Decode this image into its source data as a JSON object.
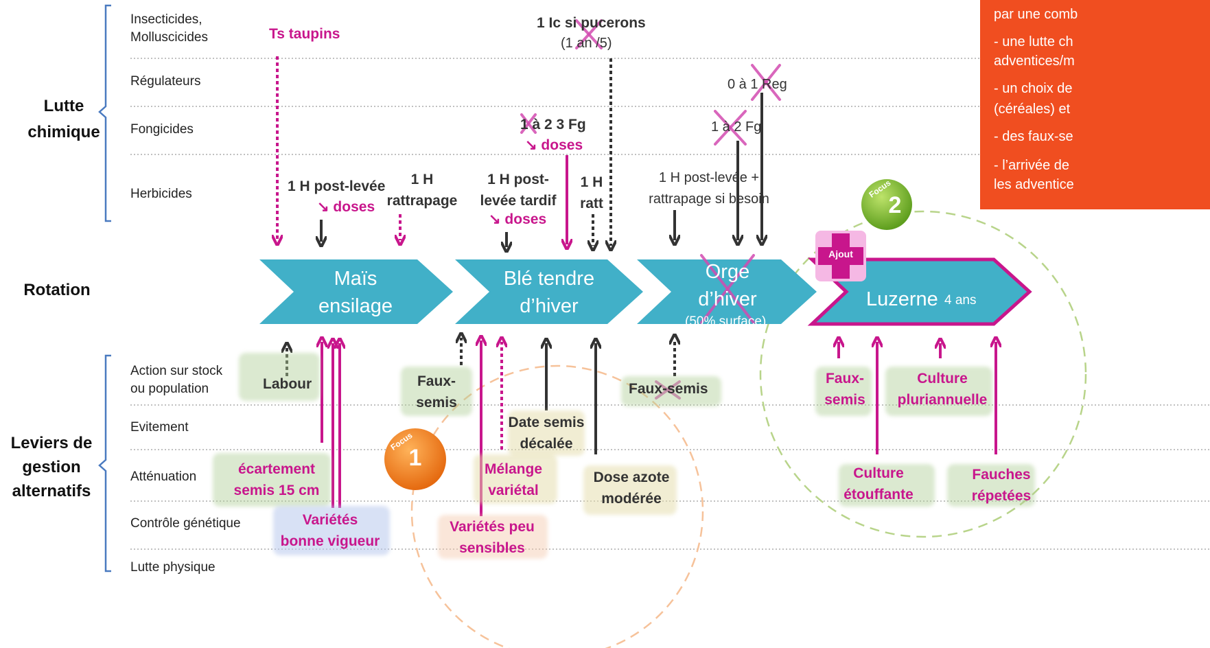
{
  "rows_top": [
    "Insecticides,\nMolluscicides",
    "Régulateurs",
    "Fongicides",
    "Herbicides"
  ],
  "rows_bottom": [
    "Action sur stock\nou population",
    "Evitement",
    "Atténuation",
    "Contrôle génétique",
    "Lutte physique"
  ],
  "sections": {
    "chimique": "Lutte\nchimique",
    "rotation": "Rotation",
    "leviers": "Leviers de\ngestion\nalternatifs"
  },
  "crops": {
    "mais": "Maïs\nensilage",
    "ble": "Blé tendre\nd’hiver",
    "orge": "Orge\nd’hiver",
    "orge_sub": "(50% surface)",
    "luzerne": "Luzerne",
    "luzerne_sub": "4 ans"
  },
  "chem": {
    "taupins": "Ts taupins",
    "ic_pucerons": "1 Ic si pucerons",
    "ic_freq": "(1 an /5)",
    "reg": "0 à 1 Reg",
    "fg_ble_a": "1 à 2 3 Fg",
    "fg_ble_b": "↘ doses",
    "fg_orge": "1 à 2 Fg",
    "h_mais": "1 H post-levée",
    "h_mais_doses": "↘ doses",
    "h_mais_ratt": "1 H\nrattrapage",
    "h_ble": "1 H post-\nlevée tardif",
    "h_ble_doses": "↘ doses",
    "h_ble_ratt": "1 H\nratt",
    "h_orge": "1 H post-levée +\nrattrapage si besoin"
  },
  "levers": {
    "labour": "Labour",
    "fauxsemis_ble": "Faux-\nsemis",
    "fauxsemis_orge": "Faux-semis",
    "fauxsemis_luz": "Faux-\nsemis",
    "culture_pluri": "Culture\npluriannuelle",
    "date_semis": "Date semis\ndécalée",
    "ecartement": "écartement\nsemis 15 cm",
    "melange": "Mélange\nvariétal",
    "dose_azote": "Dose azote\nmodérée",
    "culture_etouff": "Culture\nétouffante",
    "fauches": "Fauches\nrépetées",
    "varietes_vigueur": "Variétés\nbonne vigueur",
    "varietes_sensibles": "Variétés peu\nsensibles"
  },
  "badges": {
    "focus_word": "Focus",
    "focus1": "1",
    "focus2": "2",
    "ajout": "Ajout"
  },
  "info_lines": [
    "par une comb",
    "-  une lutte ch",
    "adventices/m",
    "-  un choix de",
    "(céréales) et",
    "-  des faux-se",
    "-  l’arrivée de",
    "les adventice"
  ],
  "colors": {
    "crop_blue": "#41b0c8",
    "magenta": "#c8168c",
    "dark_arrow": "#333333",
    "info_orange": "#f04e20",
    "focus1_orange": "#ee7a1f",
    "focus2_green": "#7ab52c",
    "bracket_blue": "#4a7ac0"
  }
}
